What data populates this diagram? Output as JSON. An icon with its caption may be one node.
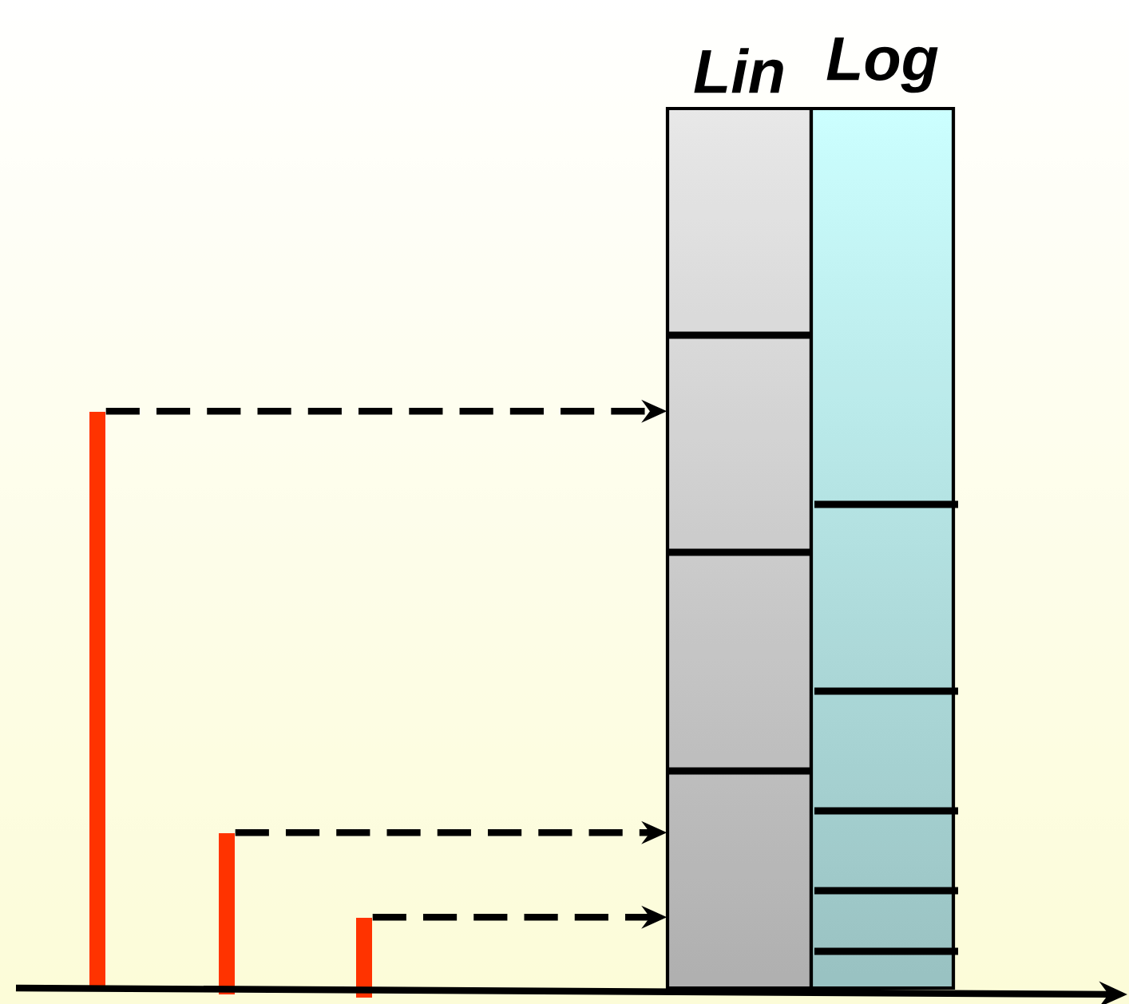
{
  "diagram": {
    "nodes": [
      {
        "text": [
          "Lin"
        ]
      },
      {
        "text": [
          "Log"
        ]
      },
      {
        "text": [],
        "shape": "bar"
      },
      {
        "text": [],
        "shape": "bar"
      },
      {
        "text": [],
        "shape": "bar"
      }
    ],
    "edges": [
      {
        "from": 2,
        "to": 0,
        "arrow": "to",
        "style": "dashed"
      },
      {
        "from": 3,
        "to": 0,
        "arrow": "to",
        "style": "dashed"
      },
      {
        "from": 4,
        "to": 0,
        "arrow": "to",
        "style": "dashed"
      }
    ]
  }
}
